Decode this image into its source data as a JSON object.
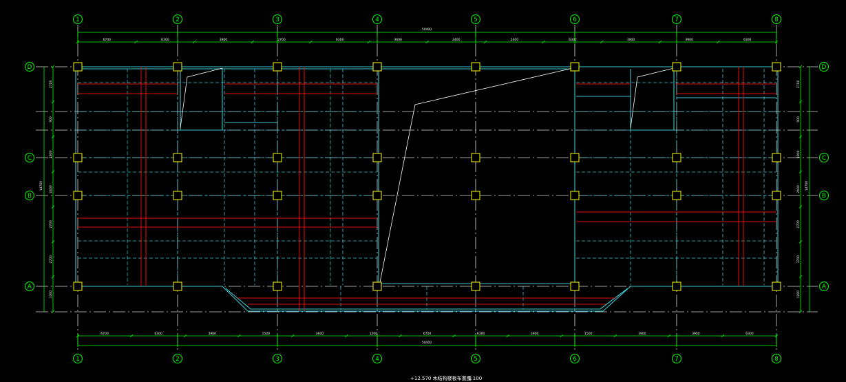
{
  "axes_columns": [
    "1",
    "2",
    "3",
    "4",
    "5",
    "6",
    "7",
    "8"
  ],
  "axes_rows": [
    "D",
    "C",
    "B",
    "A"
  ],
  "dims_top_segments": [
    "6700",
    "6300",
    "3900",
    "2700",
    "6300",
    "3600",
    "2400",
    "2400",
    "6300",
    "3900",
    "3900",
    "6300"
  ],
  "dim_top_total": "50400",
  "dims_bottom_segments": [
    "6700",
    "6300",
    "3900",
    "1500",
    "3600",
    "1200",
    "6700",
    "6300",
    "3900",
    "1500",
    "3900",
    "3900",
    "6300"
  ],
  "dim_bottom_total": "50400",
  "dims_left_segments": [
    "2700",
    "900",
    "1800",
    "2400",
    "2700",
    "2700",
    "1300"
  ],
  "dim_left_total": "14700",
  "dims_right_segments": [
    "2700",
    "900",
    "1800",
    "2400",
    "2700",
    "3700",
    "1200"
  ],
  "dim_right_total": "14700",
  "drawing_title": "+12.570 木结构楼板布置图",
  "drawing_scale": "1:100",
  "colors": {
    "background": "#000000",
    "axis_bubble": "#00ff00",
    "beam": "#38c8d0",
    "column": "#ffff00",
    "rebar": "#e01010",
    "annotation": "#ffffff"
  }
}
